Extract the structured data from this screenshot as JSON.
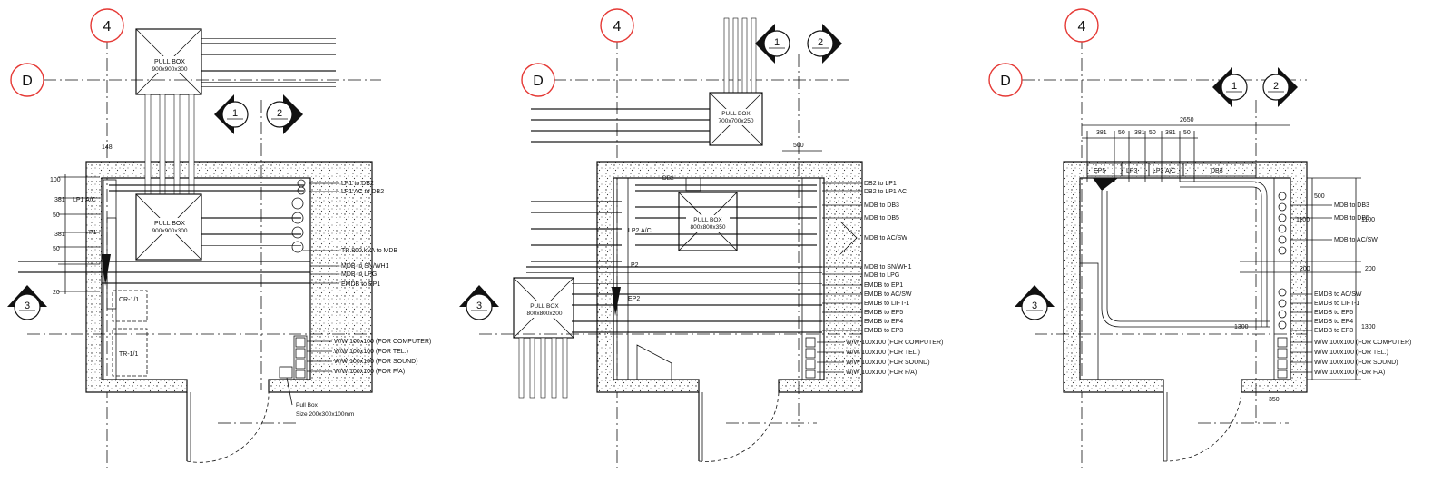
{
  "grid": {
    "col": "4",
    "row": "D"
  },
  "markers": {
    "sec1": "1",
    "sec2": "2",
    "sec3": "3"
  },
  "panels": [
    {
      "pullbox_top": {
        "title": "PULL BOX",
        "size": "900x900x300"
      },
      "pullbox_mid": {
        "title": "PULL BOX",
        "size": "900x900x300"
      },
      "left_label": "LP1 A/C",
      "tag_p1": "P1",
      "room_cr": "CR-1/1",
      "room_tr": "TR-1/1",
      "dims_left": [
        "100",
        "381",
        "50",
        "381",
        "50",
        "20"
      ],
      "dim_top": "148",
      "labels": [
        "LP1 to DB2",
        "LP1 AC to DB2",
        "TR.800 kVA to MDB",
        "MDB to SN/WH1",
        "MDB to LPG",
        "EMDB to EP1"
      ],
      "ww": [
        "W/W 100x100 (FOR COMPUTER)",
        "W/W 100x100 (FOR TEL.)",
        "W/W 100x100 (FOR SOUND)",
        "W/W 100x100 (FOR F/A)"
      ],
      "note": [
        "Pull Box",
        "Size 200x300x100mm"
      ]
    },
    {
      "pullbox_top": {
        "title": "PULL BOX",
        "size": "700x700x250"
      },
      "pullbox_mid": {
        "title": "PULL BOX",
        "size": "800x800x350"
      },
      "pullbox_low": {
        "title": "PULL BOX",
        "size": "800x800x200"
      },
      "tag_db": "DB2",
      "tag_lp2": "LP2 A/C",
      "tag_p2": "P2",
      "tag_ep2": "EP2",
      "dim_top": "500",
      "labels": [
        "DB2 to LP1",
        "DB2 to LP1 AC",
        "MDB to DB3",
        "MDB to DB5",
        "MDB to AC/SW",
        "MDB to SN/WH1",
        "MDB to LPG",
        "EMDB to EP1",
        "EMDB to AC/SW",
        "EMDB to LIFT-1",
        "EMDB to EP5",
        "EMDB to EP4",
        "EMDB to EP3"
      ],
      "ww": [
        "W/W 100x100 (FOR COMPUTER)",
        "W/W 100x100 (FOR TEL.)",
        "W/W 100x100 (FOR SOUND)",
        "W/W 100x100 (FOR F/A)"
      ]
    },
    {
      "dim_total": "2650",
      "dims_top": [
        "381",
        "50",
        "381",
        "50",
        "381",
        "50"
      ],
      "tags": [
        "EP5",
        "LP3",
        "LP3 A/C",
        "DB3"
      ],
      "dims_right": [
        "500",
        "1100",
        "200",
        "1300"
      ],
      "dims_right_outer": [
        "1100",
        "200",
        "1300"
      ],
      "dim_bottom": "350",
      "labels_upper": [
        "MDB to DB3",
        "MDB to DB5",
        "MDB to AC/SW"
      ],
      "labels_lower": [
        "EMDB to AC/SW",
        "EMDB to LIFT-1",
        "EMDB to EP5",
        "EMDB to EP4",
        "EMDB to EP3"
      ],
      "ww": [
        "W/W 100x100 (FOR COMPUTER)",
        "W/W 100x100 (FOR TEL.)",
        "W/W 100x100 (FOR SOUND)",
        "W/W 100x100 (FOR F/A)"
      ]
    }
  ]
}
